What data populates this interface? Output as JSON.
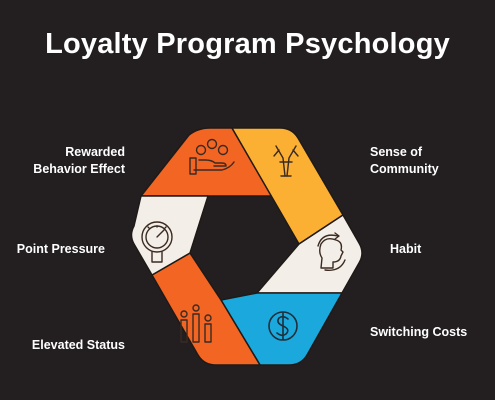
{
  "title": "Loyalty Program Psychology",
  "colors": {
    "background": "#231f20",
    "orange": "#f26522",
    "yellow": "#fbb034",
    "cream": "#f3efe8",
    "blue": "#1ba8dc",
    "outline": "#1f1a17"
  },
  "segments": [
    {
      "id": "rewarded-behavior-effect",
      "color": "#f26522",
      "icon": "hand-with-coins-icon",
      "label_lines": [
        "Rewarded",
        "Behavior Effect"
      ]
    },
    {
      "id": "sense-of-community",
      "color": "#fbb034",
      "icon": "joined-hands-icon",
      "label_lines": [
        "Sense of",
        "Community"
      ]
    },
    {
      "id": "habit",
      "color": "#f3efe8",
      "icon": "head-with-cycle-arrows-icon",
      "label_lines": [
        "Habit"
      ]
    },
    {
      "id": "switching-costs",
      "color": "#1ba8dc",
      "icon": "dollar-coin-icon",
      "label_lines": [
        "Switching Costs"
      ]
    },
    {
      "id": "elevated-status",
      "color": "#f26522",
      "icon": "rising-figures-icon",
      "label_lines": [
        "Elevated Status"
      ]
    },
    {
      "id": "point-pressure",
      "color": "#f3efe8",
      "icon": "pressure-gauge-icon",
      "label_lines": [
        "Point Pressure"
      ]
    }
  ]
}
